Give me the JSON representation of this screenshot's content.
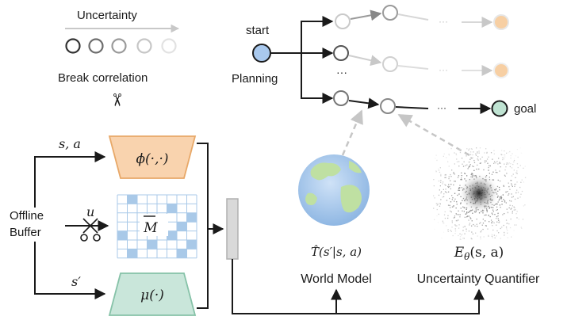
{
  "legend": {
    "uncertainty_label": "Uncertainty",
    "break_label": "Break correlation",
    "scissors_glyph": "✂"
  },
  "tree": {
    "start_label": "start",
    "planning_label": "Planning",
    "goal_label": "goal",
    "ellipsis": "···",
    "vdots": "···"
  },
  "buffer": {
    "label_line1": "Offline",
    "label_line2": "Buffer"
  },
  "encoders": {
    "phi_input": "s, a",
    "phi_text": "ϕ(·,·)",
    "u_input": "u",
    "m_text": "M",
    "mu_input": "s′",
    "mu_text": "μ(·)"
  },
  "world_model": {
    "formula": "T̂(s′|s, a)",
    "label": "World Model"
  },
  "quantifier": {
    "formula_E": "E",
    "formula_sub": "θ",
    "formula_args": "(s, a)",
    "label": "Uncertainty Quantifier"
  },
  "colors": {
    "phi_fill": "#f9d3ae",
    "phi_stroke": "#e8a868",
    "mu_fill": "#c9e6da",
    "mu_stroke": "#86c2a8",
    "grid_blue": "#a9c9e8",
    "start_node": "#a9c9ee",
    "goal_node": "#bfe3d2",
    "faded_orange": "#f7cfa3"
  },
  "icons": {
    "world": "earth-globe-icon",
    "quantifier": "noise-density-icon",
    "scissors": "scissors-icon"
  }
}
